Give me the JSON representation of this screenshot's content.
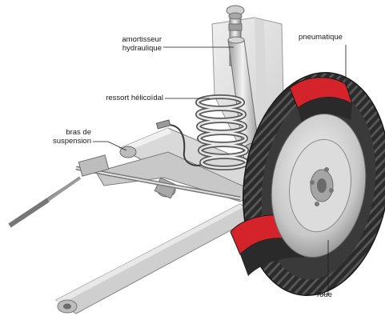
{
  "labels": {
    "shock_absorber_line1": "amortisseur",
    "shock_absorber_line2": "hydraulique",
    "coil_spring": "ressort hélicoïdal",
    "suspension_arm_line1": "bras de",
    "suspension_arm_line2": "suspension",
    "tire": "pneumatique",
    "wheel": "roue"
  },
  "colors": {
    "tire_section": "#d4232a",
    "metal_light": "#e6e6e6",
    "metal_mid": "#bdbdbd",
    "metal_dark": "#6b6b6b",
    "rubber": "#2a2a2a",
    "line": "#1a1a1a"
  }
}
